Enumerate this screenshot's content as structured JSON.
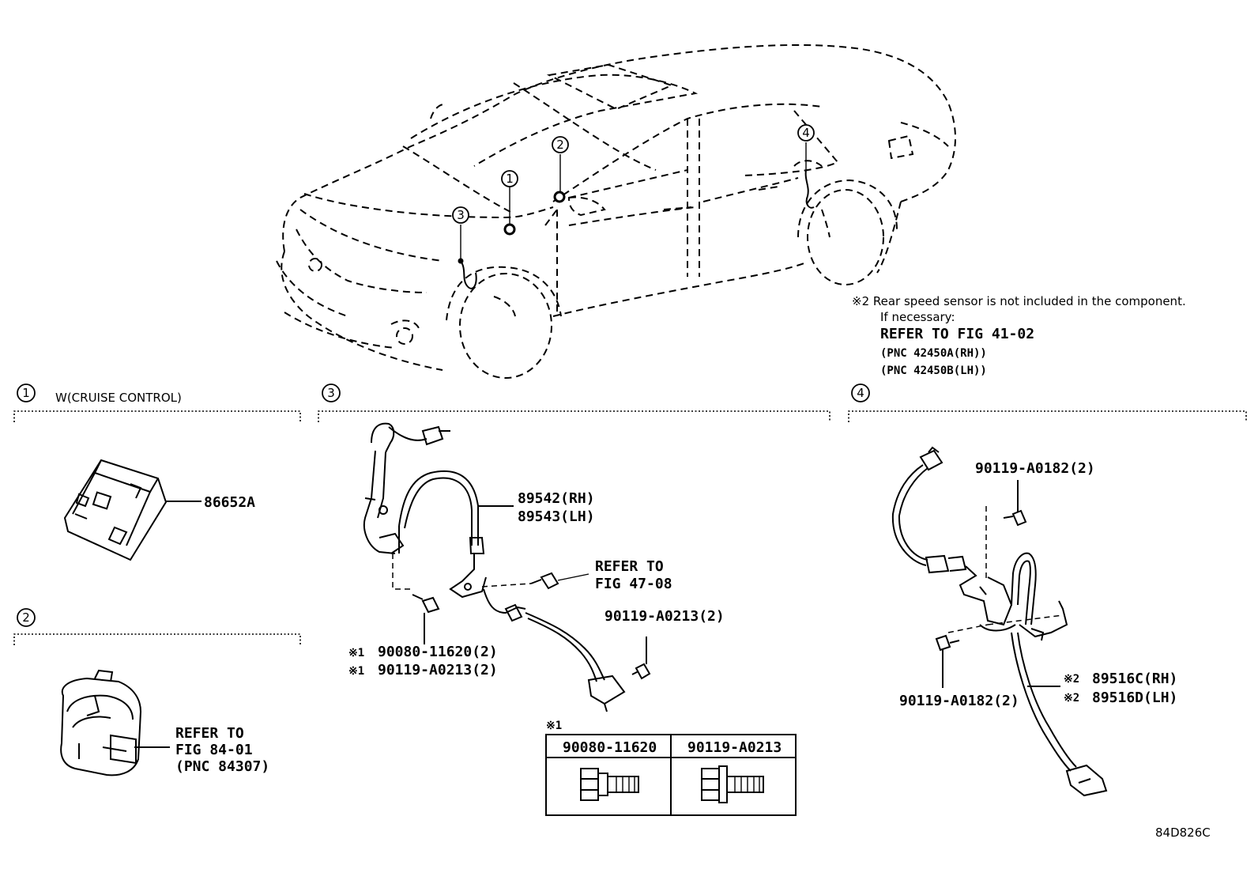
{
  "callouts": [
    "1",
    "2",
    "3",
    "4"
  ],
  "section1": {
    "title": "W(CRUISE CONTROL)",
    "part": "86652A"
  },
  "section2": {
    "refer": [
      "REFER TO",
      "FIG 84-01",
      "(PNC 84307)"
    ]
  },
  "section3": {
    "part_rh": "89542(RH)",
    "part_lh": "89543(LH)",
    "refer": [
      "REFER TO",
      "FIG 47-08"
    ],
    "bolt_right": "90119-A0213(2)",
    "bolt_left_a": "90080-11620(2)",
    "bolt_left_b": "90119-A0213(2)",
    "mark": "※1"
  },
  "section4": {
    "bolt_top": "90119-A0182(2)",
    "bolt_bottom": "90119-A0182(2)",
    "part_rh": "89516C(RH)",
    "part_lh": "89516D(LH)",
    "mark": "※2"
  },
  "note": {
    "line1": "※2 Rear speed sensor is not included in the component.",
    "line2": "If necessary:",
    "line3": "REFER TO FIG 41-02",
    "line4": "(PNC 42450A(RH))",
    "line5": "(PNC 42450B(LH))"
  },
  "bolt_table": {
    "mark": "※1",
    "col1": "90080-11620",
    "col2": "90119-A0213"
  },
  "figure_code": "84D826C"
}
